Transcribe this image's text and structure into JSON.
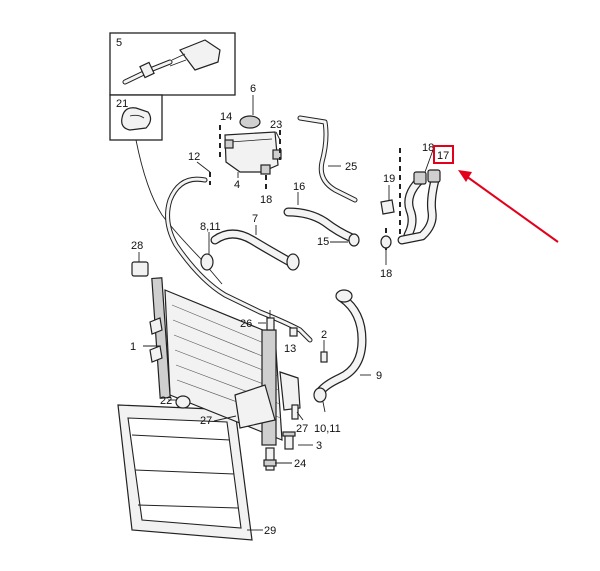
{
  "diagram": {
    "callouts": {
      "c1": "1",
      "c2": "2",
      "c3": "3",
      "c4": "4",
      "c5": "5",
      "c6": "6",
      "c7": "7",
      "c8_11": "8,11",
      "c9": "9",
      "c10_11": "10,11",
      "c12": "12",
      "c13": "13",
      "c14": "14",
      "c15": "15",
      "c16": "16",
      "c17": "17",
      "c18a": "18",
      "c18b": "18",
      "c18c": "18",
      "c19": "19",
      "c21": "21",
      "c22": "22",
      "c23": "23",
      "c24": "24",
      "c25": "25",
      "c26": "26",
      "c27a": "27",
      "c27b": "27",
      "c28": "28",
      "c29": "29"
    },
    "highlight": {
      "part": "17",
      "color": "#e3001b"
    }
  }
}
